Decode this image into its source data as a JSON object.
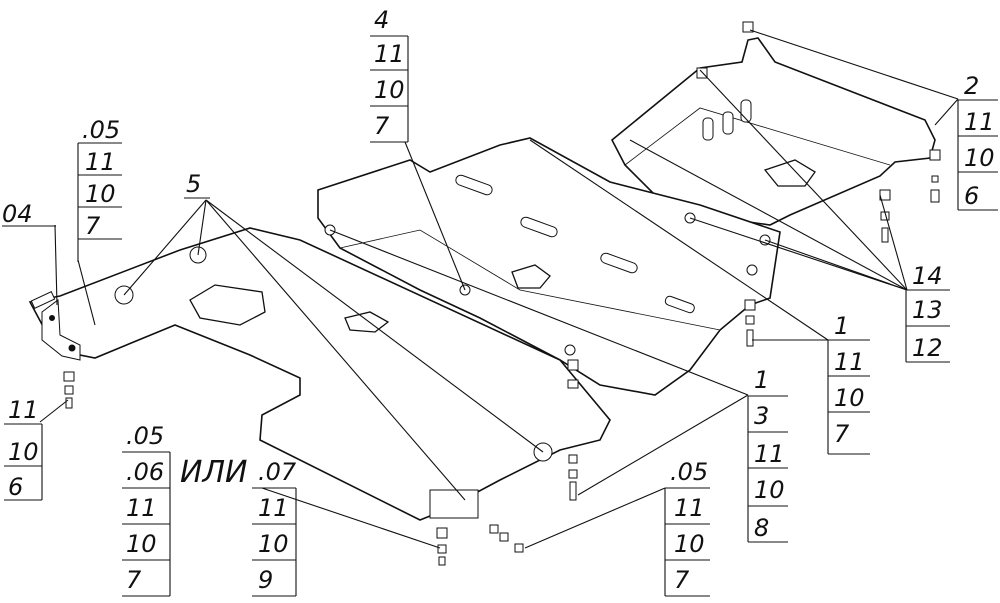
{
  "callouts": {
    "c_04": [
      "04"
    ],
    "c_05_left": [
      ".05",
      "11",
      "10",
      "7"
    ],
    "c_11_10_6_left": [
      "11",
      "10",
      "6"
    ],
    "c_5": [
      "5"
    ],
    "c_4": [
      "4",
      "11",
      "10",
      "7"
    ],
    "c_2": [
      "2",
      "11",
      "10",
      "6"
    ],
    "c_14": [
      "14",
      "13",
      "12"
    ],
    "c_1_right": [
      "1",
      "11",
      "10",
      "7"
    ],
    "c_1_mid": [
      "1",
      "3",
      "11",
      "10",
      "8"
    ],
    "c_05_bottom": [
      ".05",
      "11",
      "10",
      "7"
    ],
    "c_07": [
      ".07",
      "11",
      "10",
      "9"
    ],
    "c_05_06": [
      ".05",
      ".06",
      "11",
      "10",
      "7"
    ]
  },
  "ili_text": "ИЛИ"
}
